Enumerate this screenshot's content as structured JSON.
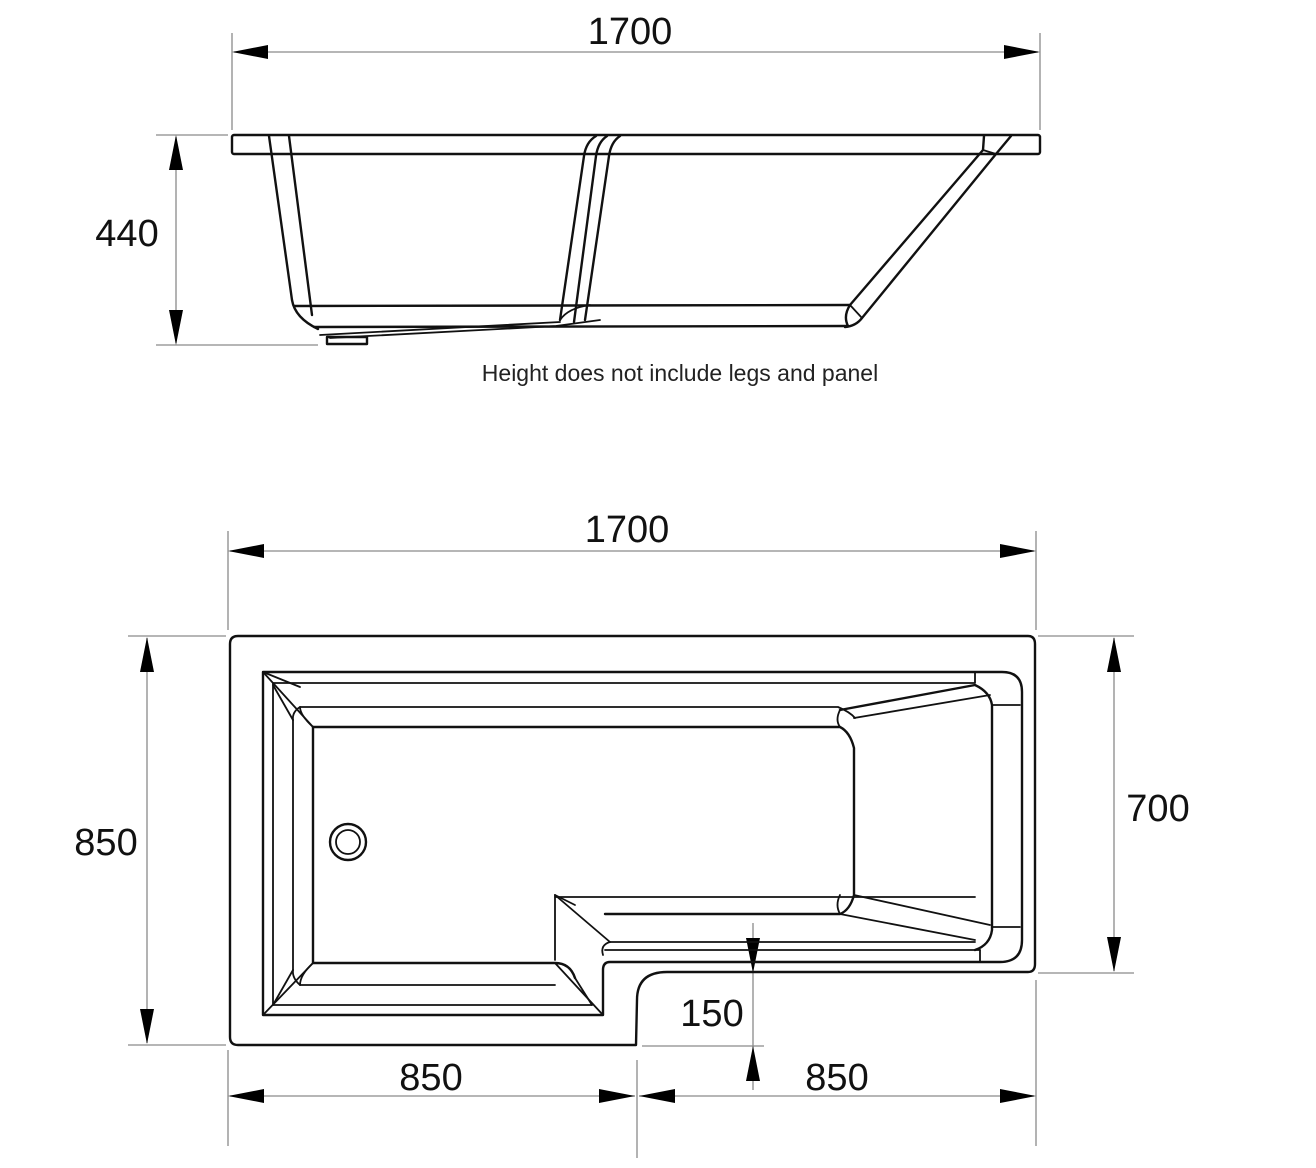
{
  "side_view": {
    "width_label": "1700",
    "height_label": "440",
    "note": "Height does not include legs and panel"
  },
  "plan_view": {
    "width_label": "1700",
    "depth_label": "850",
    "narrow_depth_label": "700",
    "step_label": "150",
    "left_section_label": "850",
    "right_section_label": "850"
  },
  "colors": {
    "line": "#111111",
    "dimension_line": "#8a8a8a",
    "background": "#ffffff"
  }
}
